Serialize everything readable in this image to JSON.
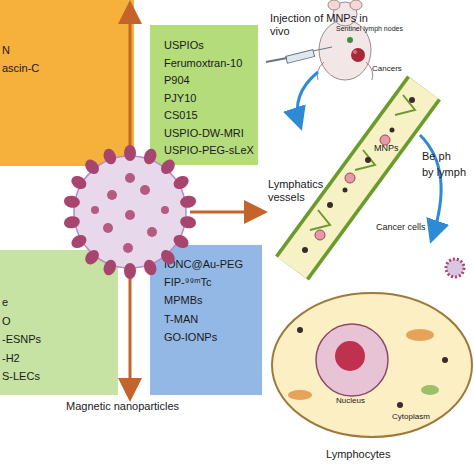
{
  "diagram": {
    "nodes": [
      {
        "text": [
          "N",
          "ascin-C"
        ]
      },
      {
        "text": [
          "USPIOs",
          "Ferumoxtran-10",
          "P904",
          "PJY10",
          "CS015",
          "USPIO-DW-MRI",
          "USPIO-PEG-sLeX"
        ]
      },
      {
        "text": [
          "e",
          "O",
          "-ESNPs",
          "-H2",
          "S-LECs"
        ]
      },
      {
        "text": [
          "IONC@Au-PEG",
          "FIP-⁹⁹ᵐTc",
          "MPMBs",
          "T-MAN",
          "GO-IONPs"
        ]
      }
    ],
    "labels": [
      "Injection of MNPs in vivo",
      "Sentinel lymph nodes",
      "Cancers",
      "MNPs",
      "Lymphatics vessels",
      "Cancer cells",
      "Be ph",
      "by lymph",
      "Nucleus",
      "Cytoplasm",
      "Lymphocytes",
      "Magnetic nanoparticles"
    ]
  }
}
